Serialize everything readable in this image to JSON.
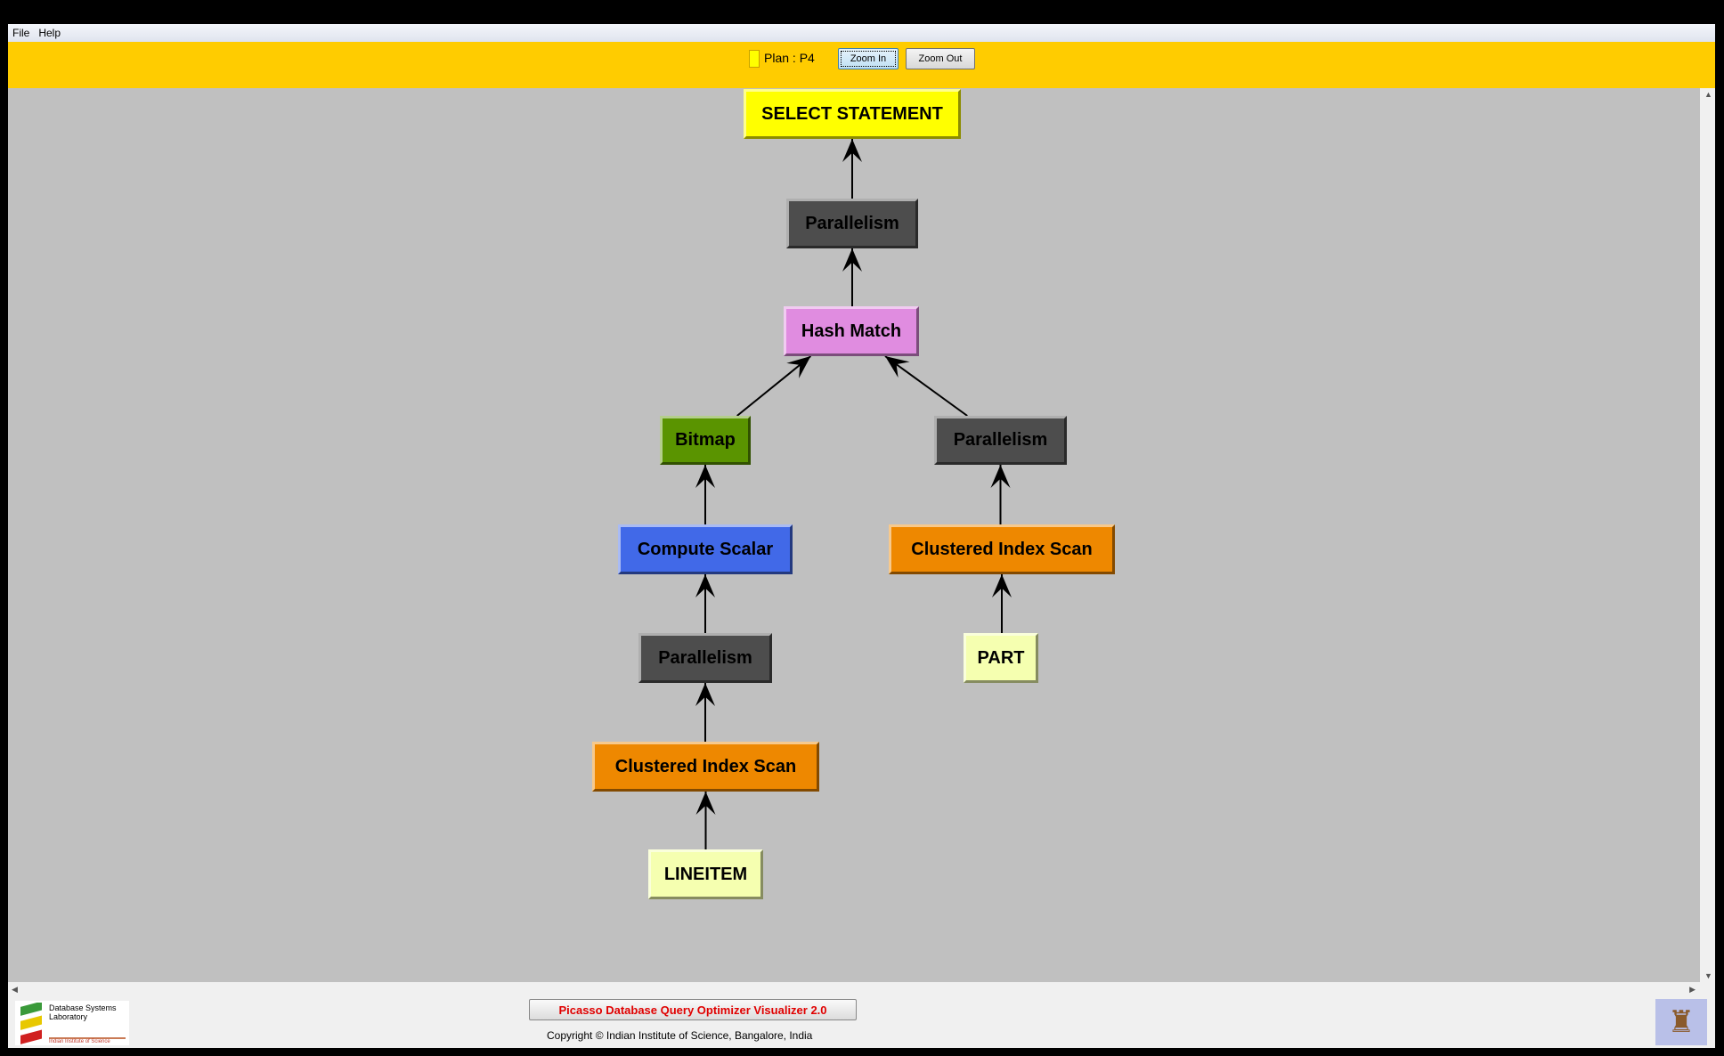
{
  "menu": {
    "items": [
      "File",
      "Help"
    ]
  },
  "toolbar": {
    "plan_label": "Plan : P4",
    "plan_color": "#ffff00",
    "zoom_in": "Zoom In",
    "zoom_out": "Zoom Out"
  },
  "plan_tree": {
    "nodes": [
      {
        "id": "n0",
        "label": "SELECT STATEMENT",
        "color": "#ffff00"
      },
      {
        "id": "n1",
        "label": "Parallelism",
        "color": "#4d4d4d"
      },
      {
        "id": "n2",
        "label": "Hash Match",
        "color": "#e08ce0"
      },
      {
        "id": "n3",
        "label": "Bitmap",
        "color": "#5a9400"
      },
      {
        "id": "n4",
        "label": "Parallelism",
        "color": "#4d4d4d"
      },
      {
        "id": "n5",
        "label": "Compute Scalar",
        "color": "#4169e8"
      },
      {
        "id": "n6",
        "label": "Clustered Index Scan",
        "color": "#ee8800"
      },
      {
        "id": "n7",
        "label": "Parallelism",
        "color": "#4d4d4d"
      },
      {
        "id": "n8",
        "label": "PART",
        "color": "#f5ffb0"
      },
      {
        "id": "n9",
        "label": "Clustered Index Scan",
        "color": "#ee8800"
      },
      {
        "id": "n10",
        "label": "LINEITEM",
        "color": "#f5ffb0"
      }
    ],
    "edges": [
      [
        "n1",
        "n0"
      ],
      [
        "n2",
        "n1"
      ],
      [
        "n3",
        "n2"
      ],
      [
        "n4",
        "n2"
      ],
      [
        "n5",
        "n3"
      ],
      [
        "n6",
        "n4"
      ],
      [
        "n7",
        "n5"
      ],
      [
        "n8",
        "n6"
      ],
      [
        "n9",
        "n7"
      ],
      [
        "n10",
        "n9"
      ]
    ]
  },
  "footer": {
    "title_button": "Picasso Database Query Optimizer Visualizer 2.0",
    "copyright": "Copyright © Indian Institute of Science, Bangalore, India",
    "lab_logo_text": "Database Systems Laboratory",
    "lab_logo_sub": "Indian Institute of Science"
  }
}
